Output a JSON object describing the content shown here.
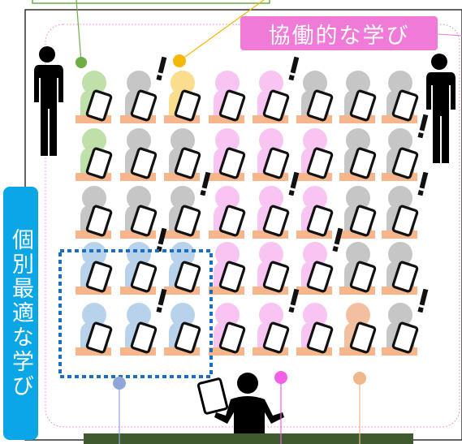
{
  "labels": {
    "collaborative": "協働的な学び",
    "individualized": "個別最適な学び"
  },
  "colors": {
    "green": "#bfe0a8",
    "gray": "#c6c6c6",
    "yellow": "#fbdd8e",
    "pink": "#f8c4f2",
    "blue": "#b8d2ec",
    "peach": "#f2c0a0",
    "desk": "#f6b58b",
    "blackboard": "#3e5a2e",
    "collab_label_bg": "#f07ad8",
    "indiv_label_bg": "#0aa6e6",
    "dotted_box": "#1a6fc0",
    "marker_green": "#6fae45",
    "marker_yellow": "#f5b800",
    "marker_blue": "#8ea6d8",
    "marker_pink": "#f25fe6",
    "marker_peach": "#f0b78b"
  },
  "seats": [
    [
      "green",
      "gray",
      "yellow",
      "pink",
      "pink",
      "gray",
      "gray",
      "gray"
    ],
    [
      "green",
      "gray",
      "gray",
      "pink",
      "pink",
      "pink",
      "gray",
      "gray"
    ],
    [
      "gray",
      "gray",
      "gray",
      "pink",
      "pink",
      "pink",
      "gray",
      "gray"
    ],
    [
      "blue",
      "blue",
      "blue",
      "pink",
      "pink",
      "pink",
      "gray",
      "gray"
    ],
    [
      "blue",
      "blue",
      "blue",
      "pink",
      "pink",
      "pink",
      "peach",
      "gray"
    ]
  ],
  "exclaim_seats": [
    [
      0,
      1
    ],
    [
      0,
      4
    ],
    [
      1,
      7
    ],
    [
      2,
      2
    ],
    [
      2,
      4
    ],
    [
      2,
      7
    ],
    [
      3,
      1
    ],
    [
      3,
      5
    ],
    [
      4,
      1
    ],
    [
      4,
      4
    ],
    [
      4,
      7
    ]
  ],
  "people": [
    "left-standing-person",
    "right-standing-person",
    "teacher"
  ]
}
